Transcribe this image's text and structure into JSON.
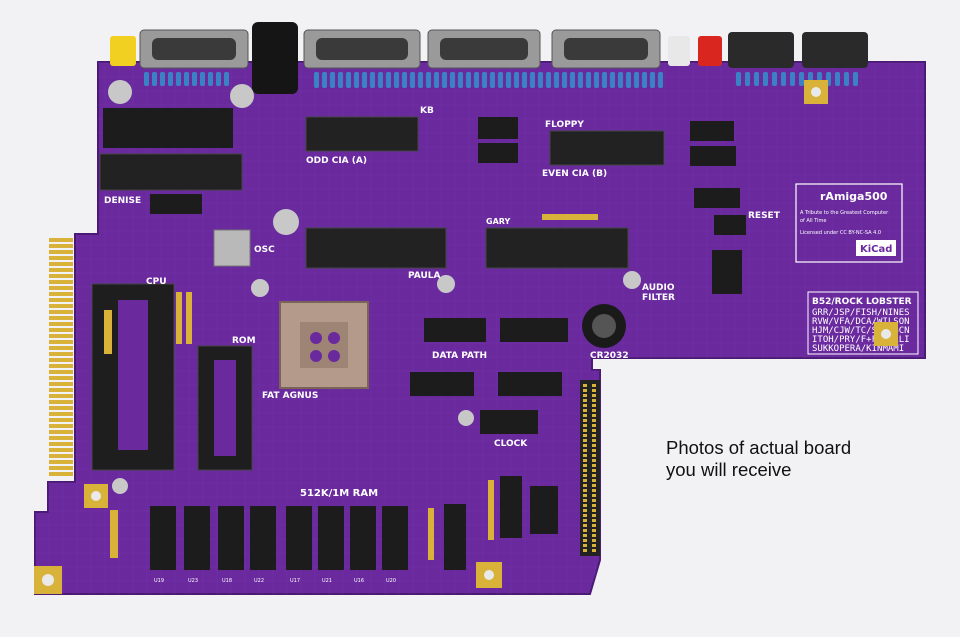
{
  "caption": {
    "line1": "Photos of actual board",
    "line2": "you will receive"
  },
  "colors": {
    "background": "#f2f2f4",
    "board": "#6a2a9e",
    "board_dark": "#4a1a74",
    "silkscreen": "#ffffff",
    "chip": "#1c1c1c",
    "capacitor": "#3b82c4",
    "gold": "#d9b23a"
  },
  "silkscreen": {
    "denise": "DENISE",
    "odd_cia": "ODD CIA (A)",
    "even_cia": "EVEN CIA (B)",
    "kb": "KB",
    "floppy": "FLOPPY",
    "reset": "RESET",
    "osc": "OSC",
    "cpu": "CPU",
    "rom": "ROM",
    "paula": "PAULA",
    "audio_filter_1": "AUDIO",
    "audio_filter_2": "FILTER",
    "data_path": "DATA PATH",
    "fat_agnus": "FAT AGNUS",
    "clock": "CLOCK",
    "cr2032": "CR2032",
    "ram": "512K/1M RAM",
    "gary": "GARY",
    "logo": "rAmiga500",
    "kicad": "KiCad"
  },
  "info_block": {
    "title": "B52/ROCK LOBSTER",
    "lines": [
      "GRR/JSP/FISH/NINES",
      "RVW/VFA/DCA/WILSON",
      "HJM/CJW/TC/SMK/BCN",
      "ITOH/PRY/F+F/LOLLI",
      "SUKKOPERA/KINMAMI"
    ]
  },
  "ram_labels": [
    "U19",
    "U23",
    "U18",
    "U22",
    "U17",
    "U21",
    "U16",
    "U20"
  ]
}
